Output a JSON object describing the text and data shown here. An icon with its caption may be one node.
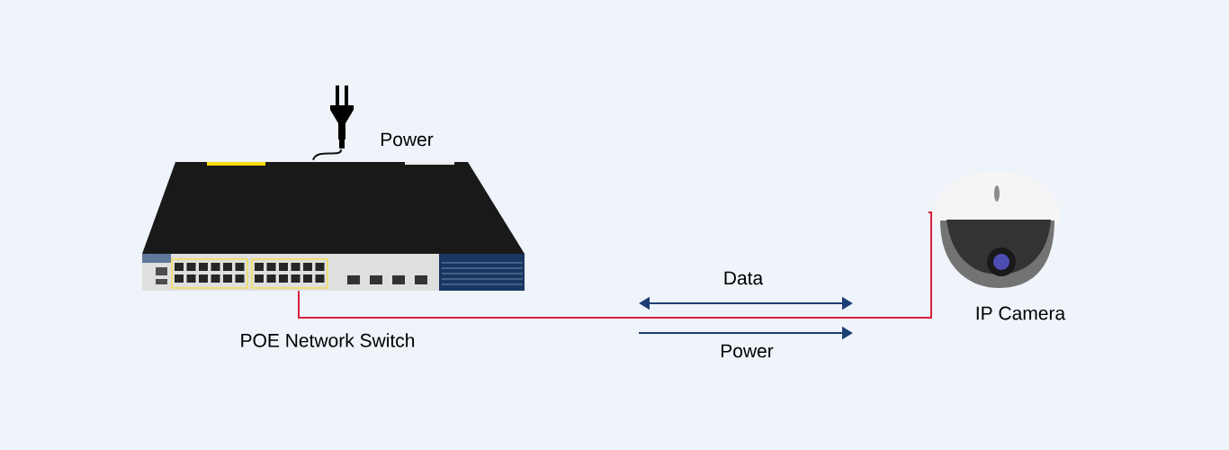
{
  "diagram": {
    "nodes": [
      {
        "text": [],
        "shape": "picture",
        "beside": [
          "POE Network Switch"
        ]
      },
      {
        "text": [],
        "shape": "picture",
        "beside": [
          "IP Camera"
        ]
      },
      {
        "text": [],
        "shape": "picture"
      }
    ],
    "edges": [
      {
        "from": 2,
        "to": 0,
        "arrow": "none",
        "color": "#111111"
      },
      {
        "from": 0,
        "to": 1,
        "arrow": "none",
        "color": "#d6203e"
      }
    ],
    "labels": [
      "Power",
      "Data",
      "Power"
    ]
  }
}
